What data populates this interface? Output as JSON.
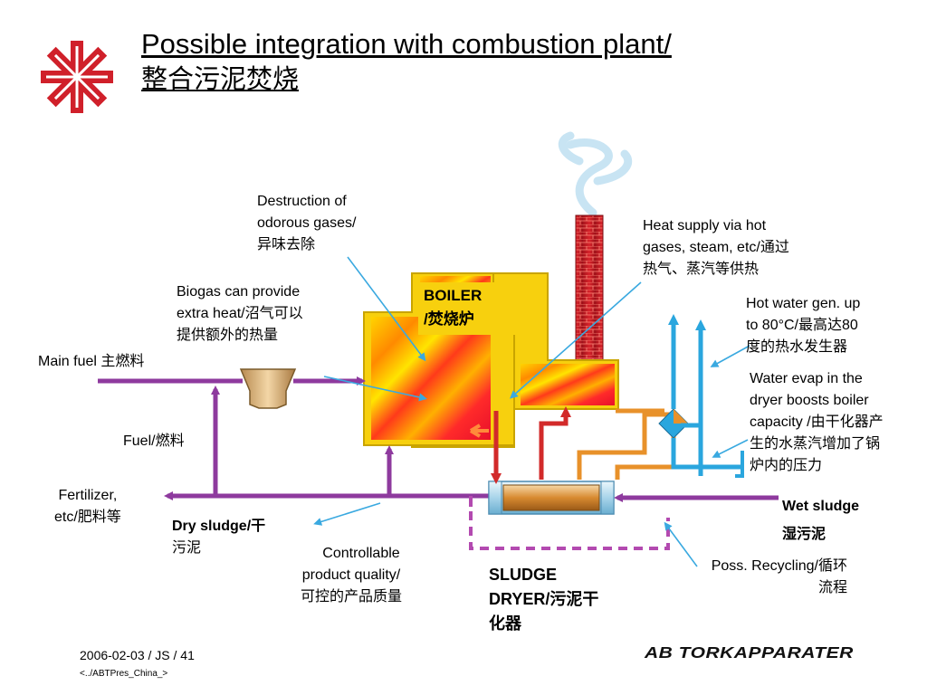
{
  "title": {
    "line1": "Possible integration with combustion plant/",
    "line2": "整合污泥焚烧"
  },
  "labels": {
    "odour": [
      "Destruction of",
      "odorous gases/",
      "异味去除"
    ],
    "heat_supply": [
      "Heat supply via hot",
      "gases, steam, etc/通过",
      "热气、蒸汽等供热"
    ],
    "biogas": [
      "Biogas can provide",
      "extra heat/沼气可以",
      "提供额外的热量"
    ],
    "boiler": [
      "BOILER",
      "/焚烧炉"
    ],
    "hot_water": [
      "Hot water gen. up",
      "to 80°C/最高达80",
      "度的热水发生器"
    ],
    "water_evap": [
      "Water evap in the",
      "dryer boosts boiler",
      "capacity /由干化器产",
      "生的水蒸汽增加了锅",
      "炉内的压力"
    ],
    "main_fuel": "Main fuel 主燃料",
    "fuel": "Fuel/燃料",
    "fertilizer": [
      "Fertilizer,",
      "etc/肥料等"
    ],
    "dry_sludge": [
      "Dry sludge/干",
      "污泥"
    ],
    "wet_sludge": [
      "Wet sludge",
      "湿污泥"
    ],
    "controllable": [
      "Controllable",
      "product quality/",
      "可控的产品质量"
    ],
    "sludge_dryer": [
      "SLUDGE",
      "DRYER/污泥干",
      "化器"
    ],
    "recycling": [
      "Poss. Recycling/循环",
      "流程"
    ]
  },
  "footer": {
    "line1": "2006-02-03 / JS / 41",
    "line2": "<../ABTPres_China_>"
  },
  "brand": "AB TORKAPPARATER",
  "colors": {
    "logo_red": "#d0202a",
    "fuel_purple": "#8e3a9e",
    "water_blue": "#2aa6de",
    "gas_red": "#d22a2a",
    "steam_orange": "#e8912a",
    "boiler_yellow": "#f7d00e"
  }
}
